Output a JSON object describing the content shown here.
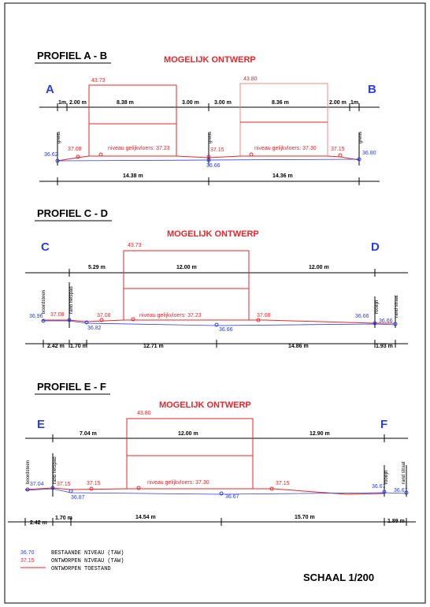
{
  "sections": {
    "ab": {
      "title": "PROFIEL A - B",
      "design_label": "MOGELIJK ONTWERP",
      "left_letter": "A",
      "right_letter": "B",
      "top_dims": [
        "1m",
        "2.00 m",
        "8.38 m",
        "3.00 m",
        "3.00 m",
        "8.36 m",
        "2.00 m",
        "1m"
      ],
      "bottom_dims": [
        "14.38 m",
        "14.36 m"
      ],
      "heights": [
        "43.73",
        "43.80"
      ],
      "red_levels": [
        "37.08",
        "37.15",
        "37.15"
      ],
      "blue_levels": [
        "36.62",
        "36.66",
        "36.80"
      ],
      "floor_labels": [
        "niveau gelijkvloers: 37.23",
        "niveau gelijkvloers: 37.30"
      ],
      "vertical_labels": [
        "grens",
        "grens",
        "grens"
      ]
    },
    "cd": {
      "title": "PROFIEL C - D",
      "design_label": "MOGELIJK ONTWERP",
      "left_letter": "C",
      "right_letter": "D",
      "top_dims": [
        "5.29 m",
        "12.00 m",
        "12.00 m"
      ],
      "bottom_dims": [
        "2.42 m",
        "1.70 m",
        "12.71 m",
        "14.86 m",
        "1.93 m"
      ],
      "heights": [
        "43.73"
      ],
      "red_levels": [
        "37.08",
        "37.08",
        "37.08"
      ],
      "blue_levels": [
        "36.96",
        "36.82",
        "36.66",
        "36.66",
        "36.66"
      ],
      "floor_labels": [
        "niveau gelijkvloers: 37.23"
      ],
      "vertical_labels": [
        "boordsteen",
        "rand fietspad",
        "rooilijn",
        "rand straat"
      ]
    },
    "ef": {
      "title": "PROFIEL E - F",
      "design_label": "MOGELIJK ONTWERP",
      "left_letter": "E",
      "right_letter": "F",
      "top_dims": [
        "7.04 m",
        "12.00 m",
        "12.90 m"
      ],
      "bottom_dims": [
        "2.42 m",
        "1.70 m",
        "14.54 m",
        "15.70 m",
        "1.89 m"
      ],
      "heights": [
        "43.80"
      ],
      "red_levels": [
        "37.15",
        "37.15",
        "37.15"
      ],
      "blue_levels": [
        "37.04",
        "36.87",
        "36.67",
        "36.67",
        "36.67"
      ],
      "floor_labels": [
        "niveau gelijkvloers: 37.30"
      ],
      "vertical_labels": [
        "boordsteen",
        "rand fietspad",
        "rooilijn",
        "rand straat"
      ]
    }
  },
  "legend": [
    {
      "value": "36.70",
      "text": "BESTAANDE NIVEAU (TAW)"
    },
    {
      "value": "37.15",
      "text": "ONTWORPEN NIVEAU (TAW)"
    },
    {
      "value": "",
      "text": "ONTWORPEN TOESTAND"
    }
  ],
  "scale": "SCHAAL 1/200",
  "colors": {
    "existing": "#2a3fd8",
    "design": "#e8252a",
    "line": "#000000"
  }
}
